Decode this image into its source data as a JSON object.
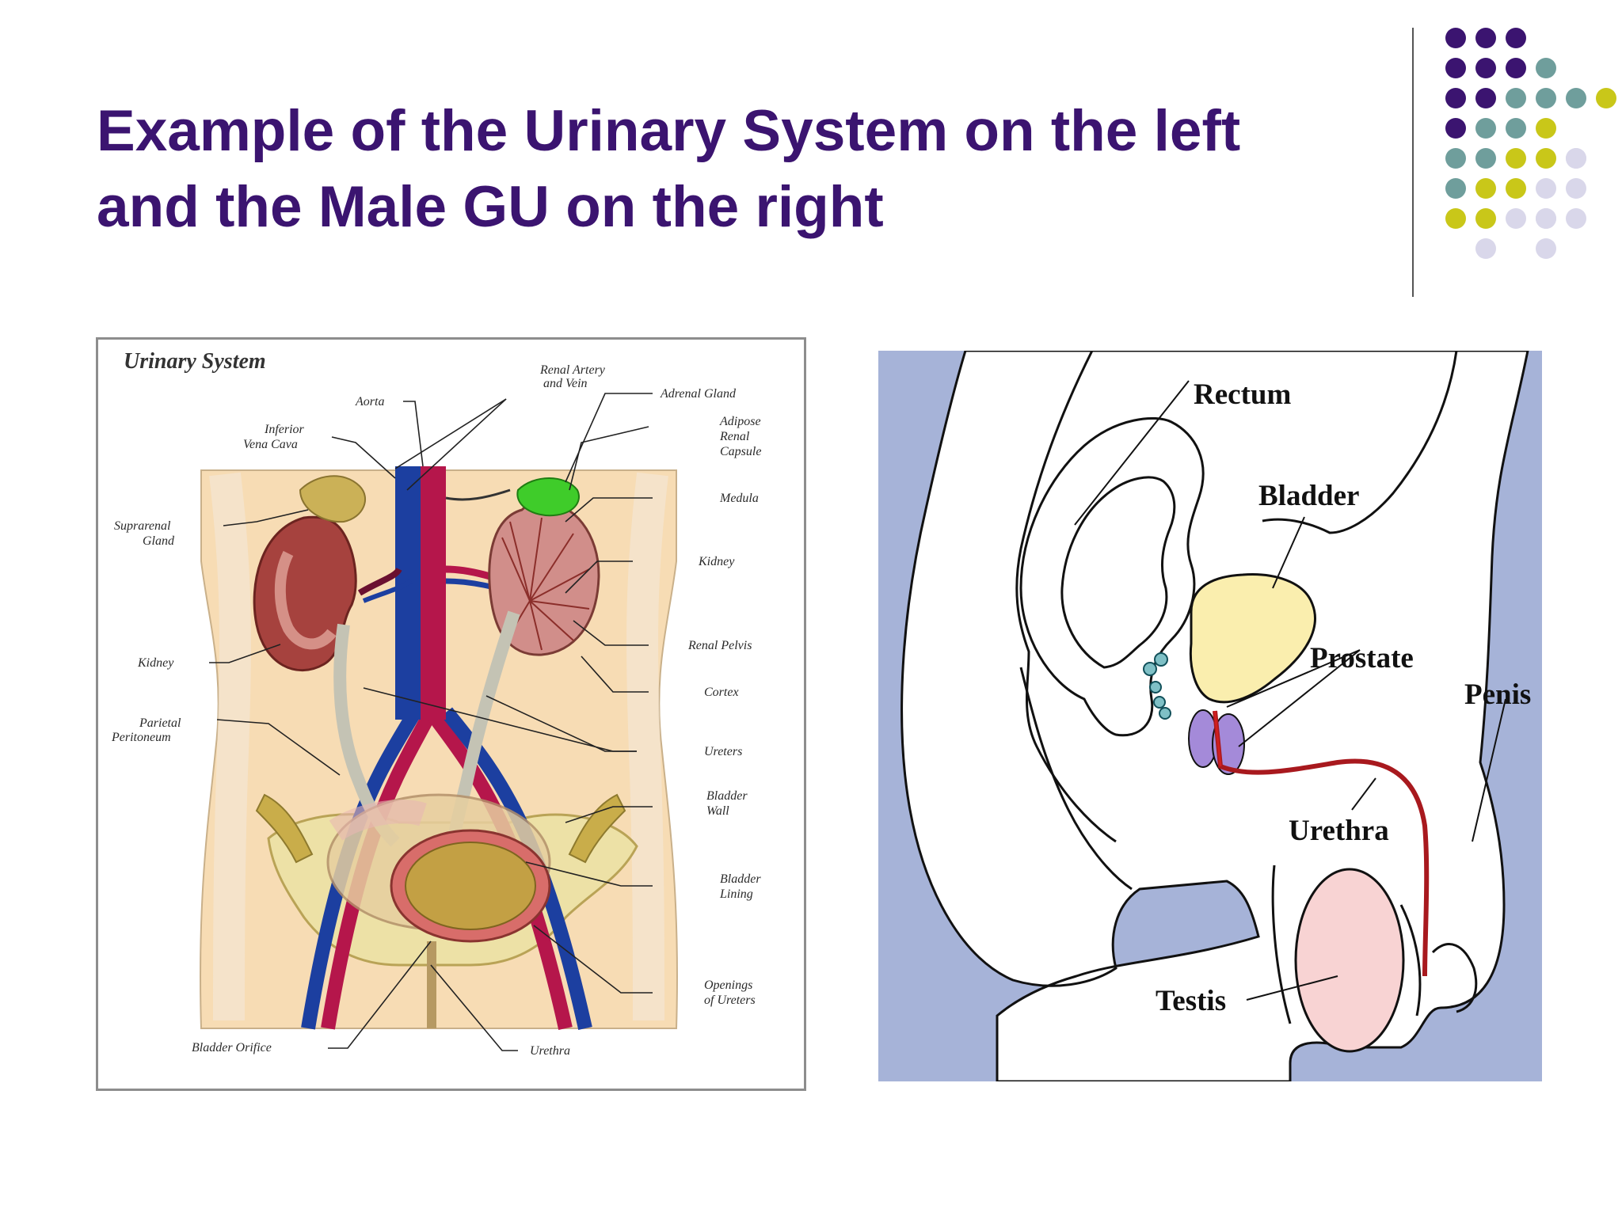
{
  "slide": {
    "title_line1": "Example of the Urinary System on the left",
    "title_line2": "and the Male GU on the right"
  },
  "colors": {
    "title": "#3b1470",
    "dot_purple": "#3b1470",
    "dot_teal": "#6f9e9c",
    "dot_yellow": "#c9c719",
    "dot_lavender": "#d9d7ea",
    "right_bg": "#a6b3d8"
  },
  "urinary_diagram": {
    "heading": "Urinary System",
    "labels": {
      "renal_artery": "Renal Artery",
      "and_vein": "and Vein",
      "aorta": "Aorta",
      "adrenal_gland": "Adrenal Gland",
      "inferior": "Inferior",
      "vena_cava": "Vena Cava",
      "adipose": "Adipose",
      "renal": "Renal",
      "capsule": "Capsule",
      "medula": "Medula",
      "suprarenal": "Suprarenal",
      "gland": "Gland",
      "kidney_right": "Kidney",
      "kidney_left": "Kidney",
      "renal_pelvis": "Renal Pelvis",
      "cortex": "Cortex",
      "parietal": "Parietal",
      "peritoneum": "Peritoneum",
      "ureters": "Ureters",
      "bladder": "Bladder",
      "wall": "Wall",
      "bladder2": "Bladder",
      "lining": "Lining",
      "openings": "Openings",
      "of_ureters": "of Ureters",
      "bladder_orifice": "Bladder Orifice",
      "urethra": "Urethra"
    }
  },
  "male_gu_diagram": {
    "labels": {
      "rectum": "Rectum",
      "bladder": "Bladder",
      "prostate": "Prostate",
      "penis": "Penis",
      "urethra": "Urethra",
      "testis": "Testis"
    }
  }
}
